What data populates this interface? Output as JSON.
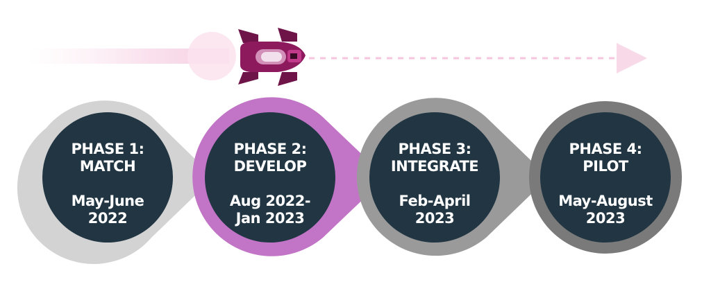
{
  "colors": {
    "ring_light": "#d3d3d3",
    "ring_active": "#c275c6",
    "ring_mid": "#9a9a9a",
    "ring_dark": "#7a7a7a",
    "circle_fill": "#213542",
    "arrow_pink": "#f8d9e8",
    "vehicle_magenta": "#8e1a5e"
  },
  "icons": {
    "vehicle": "racing-car-icon",
    "arrowhead": "arrowhead-icon"
  },
  "phases": [
    {
      "title_line1": "PHASE 1:",
      "title_line2": "MATCH",
      "date_line1": "May-June",
      "date_line2": "2022"
    },
    {
      "title_line1": "PHASE 2:",
      "title_line2": "DEVELOP",
      "date_line1": "Aug 2022-",
      "date_line2": "Jan 2023"
    },
    {
      "title_line1": "PHASE 3:",
      "title_line2": "INTEGRATE",
      "date_line1": "Feb-April",
      "date_line2": "2023"
    },
    {
      "title_line1": "PHASE 4:",
      "title_line2": "PILOT",
      "date_line1": "May-August",
      "date_line2": "2023"
    }
  ],
  "active_phase": 2
}
